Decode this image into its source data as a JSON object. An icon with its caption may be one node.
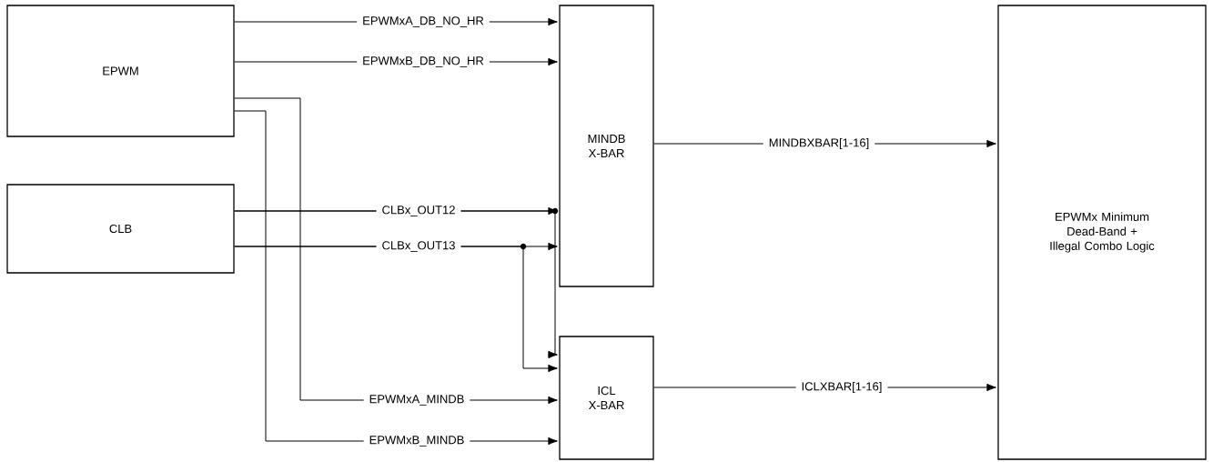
{
  "diagram": {
    "nodes": [
      {
        "text": [
          "EPWM"
        ]
      },
      {
        "text": [
          "CLB"
        ]
      },
      {
        "text": [
          "MINDB X-BAR"
        ]
      },
      {
        "text": [
          "ICL X-BAR"
        ]
      },
      {
        "text": [
          "EPWMx Minimum Dead-Band + Illegal Combo Logic"
        ]
      }
    ],
    "edges": [
      {
        "from": 0,
        "to": 2,
        "arrow": "to",
        "label": "EPWMxA_DB_NO_HR"
      },
      {
        "from": 0,
        "to": 2,
        "arrow": "to",
        "label": "EPWMxB_DB_NO_HR"
      },
      {
        "from": 1,
        "to": 2,
        "arrow": "to",
        "label": "CLBx_OUT12"
      },
      {
        "from": 1,
        "to": 2,
        "arrow": "to",
        "label": "CLBx_OUT13"
      },
      {
        "from": 1,
        "to": 3,
        "arrow": "to"
      },
      {
        "from": 1,
        "to": 3,
        "arrow": "to"
      },
      {
        "from": 0,
        "to": 3,
        "arrow": "to",
        "label": "EPWMxA_MINDB"
      },
      {
        "from": 0,
        "to": 3,
        "arrow": "to",
        "label": "EPWMxB_MINDB"
      },
      {
        "from": 2,
        "to": 4,
        "arrow": "to",
        "label": "MINDBXBAR[1-16]"
      },
      {
        "from": 3,
        "to": 4,
        "arrow": "to",
        "label": "ICLXBAR[1-16]"
      }
    ]
  }
}
